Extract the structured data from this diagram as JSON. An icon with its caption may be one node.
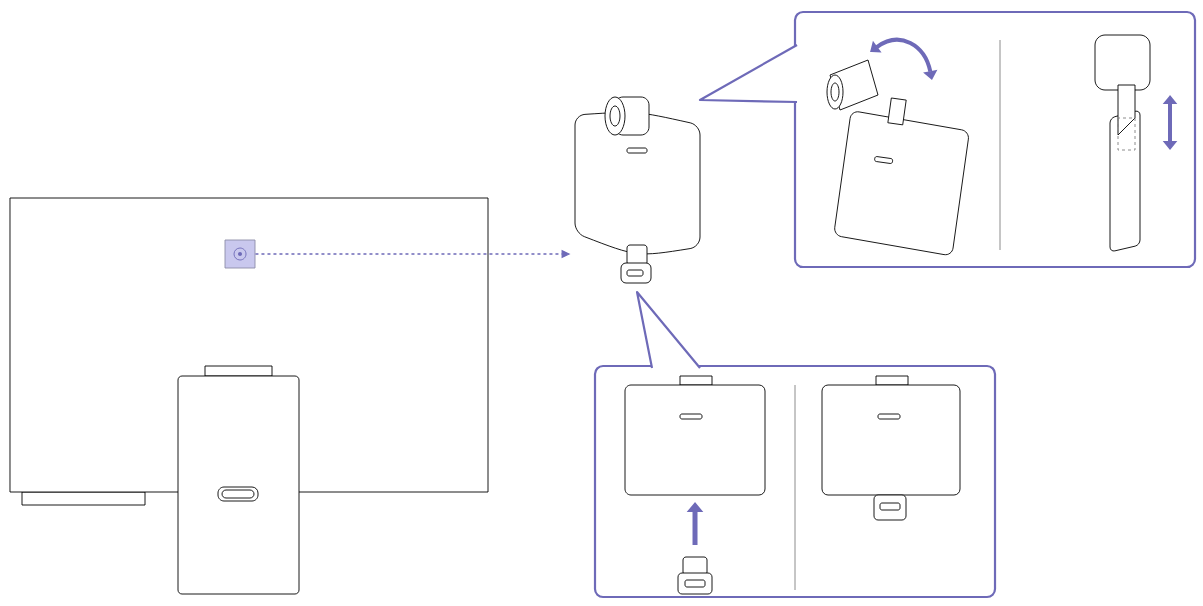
{
  "diagram": {
    "nodes": [
      {
        "text": [],
        "shape": "box"
      },
      {
        "text": [],
        "shape": "picture"
      }
    ],
    "edges": [
      {
        "from": 0,
        "to": 1,
        "arrow": "to",
        "style": "dashed"
      }
    ]
  }
}
